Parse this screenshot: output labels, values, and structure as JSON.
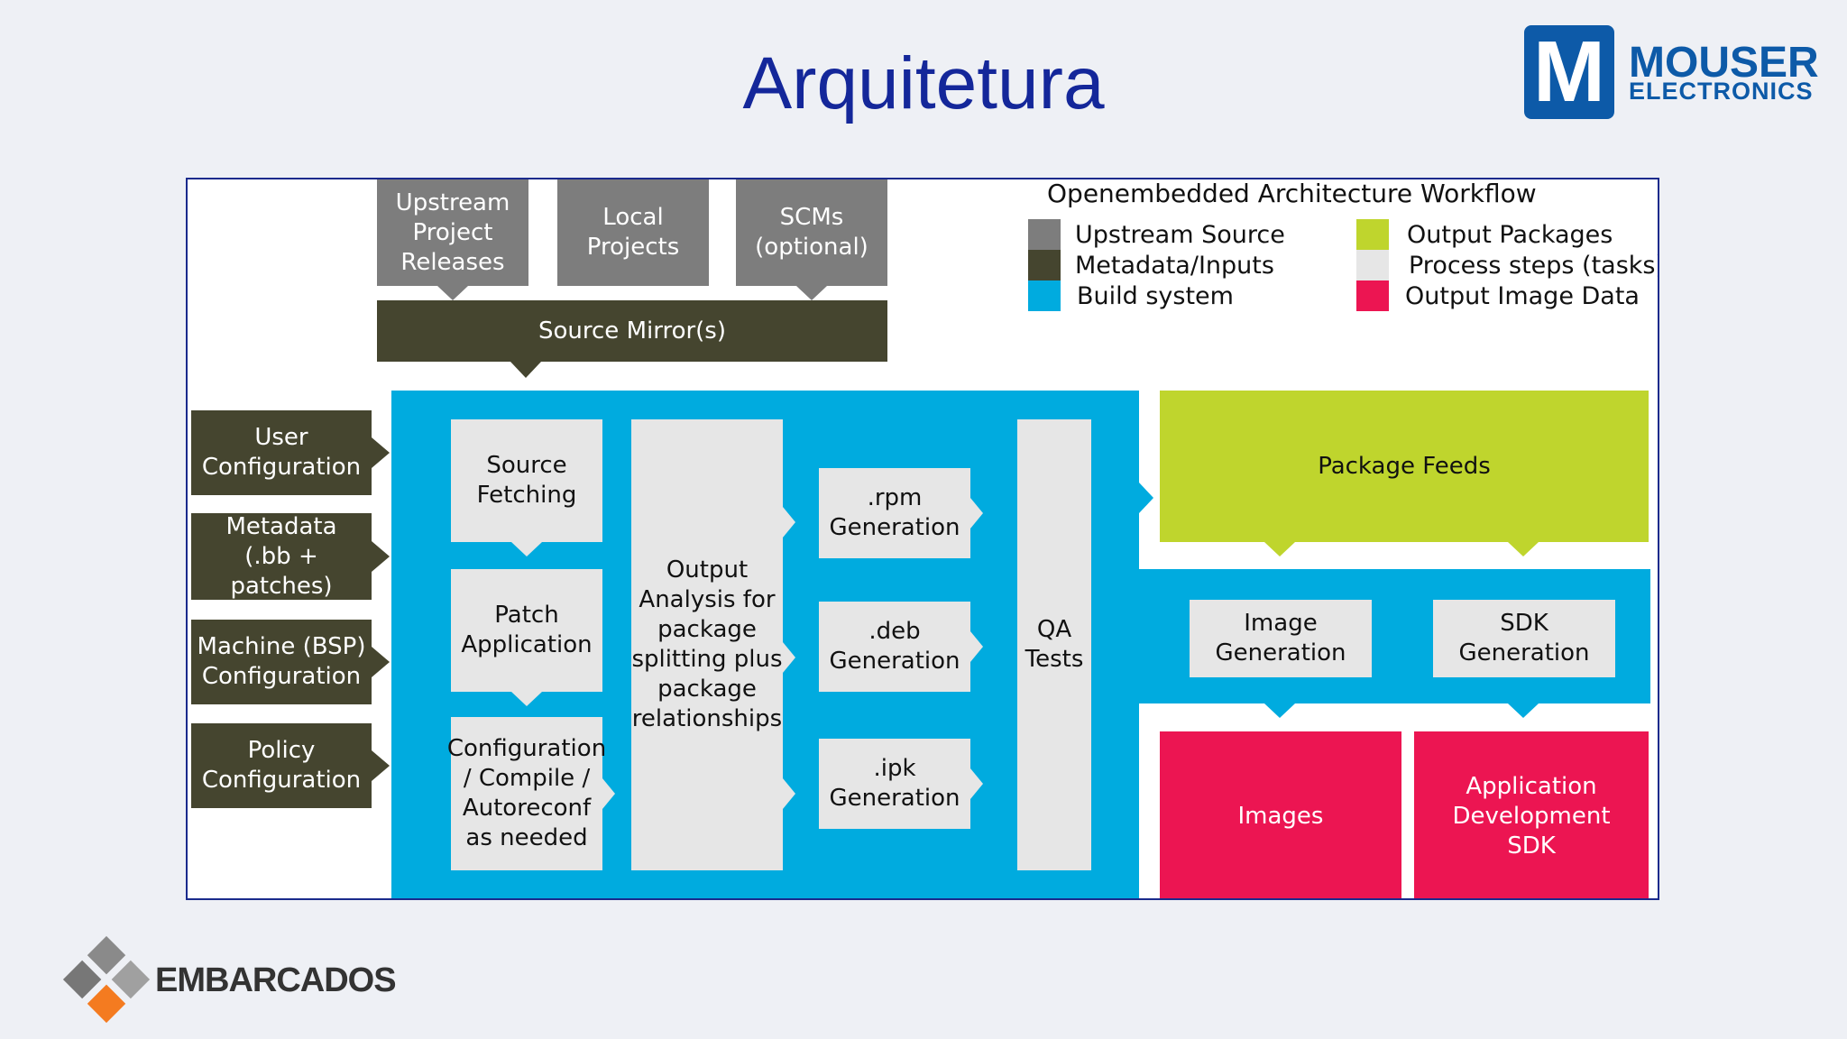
{
  "slide": {
    "title": "Arquitetura"
  },
  "logos": {
    "mouser": {
      "mark": "M",
      "name": "MOUSER",
      "sub": "ELECTRONICS",
      "color": "#0d5aa8"
    },
    "embarcados": {
      "name": "EMBARCADOS",
      "accent": "#f47b20"
    }
  },
  "diagram": {
    "title": "Openembedded Architecture Workflow",
    "legend": [
      {
        "label": "Upstream Source",
        "color": "#7d7d7d"
      },
      {
        "label": "Metadata/Inputs",
        "color": "#45452f"
      },
      {
        "label": "Build system",
        "color": "#00abdf"
      },
      {
        "label": "Output Packages",
        "color": "#bfd52d"
      },
      {
        "label": "Process steps (tasks)",
        "color": "#e6e6e6"
      },
      {
        "label": "Output Image Data",
        "color": "#ec1552"
      }
    ],
    "upstream": [
      "Upstream\nProject\nReleases",
      "Local\nProjects",
      "SCMs\n(optional)"
    ],
    "source_mirror": "Source Mirror(s)",
    "inputs": [
      "User\nConfiguration",
      "Metadata\n(.bb + patches)",
      "Machine (BSP)\nConfiguration",
      "Policy\nConfiguration"
    ],
    "steps": {
      "source_fetching": "Source\nFetching",
      "patch_application": "Patch\nApplication",
      "configure": "Configuration\n/ Compile /\nAutoreconf\nas needed",
      "output_analysis": "Output\nAnalysis for\npackage\nsplitting plus\npackage\nrelationships",
      "rpm": ".rpm\nGeneration",
      "deb": ".deb\nGeneration",
      "ipk": ".ipk\nGeneration",
      "qa": "QA\nTests",
      "image_generation": "Image\nGeneration",
      "sdk_generation": "SDK\nGeneration"
    },
    "package_feeds": "Package Feeds",
    "images": "Images",
    "app_sdk": "Application\nDevelopment\nSDK"
  }
}
